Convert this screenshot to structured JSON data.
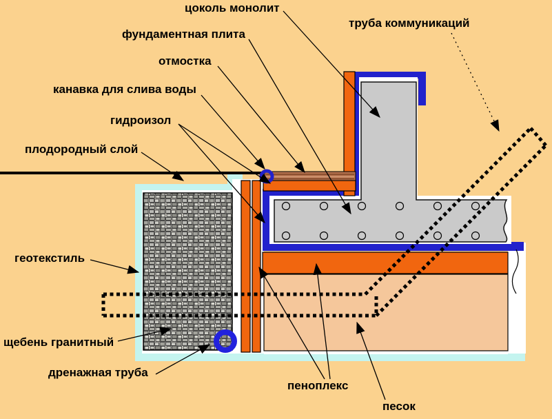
{
  "diagram": {
    "type": "construction-cross-section",
    "labels": {
      "cokol_monolit": "цоколь монолит",
      "fundamentnaya_plita": "фундаментная плита",
      "otmostka": "отмостка",
      "kanavka": "канавка для слива воды",
      "gidroizol": "гидроизол",
      "plodorodny_sloy": "плодородный слой",
      "geotextil": "геотекстиль",
      "shcheben_granitny": "щебень гранитный",
      "drenazhnaya_truba": "дренажная труба",
      "penoplex": "пеноплекс",
      "pesok": "песок",
      "truba_kommunikacij": "труба коммуникаций"
    },
    "colors": {
      "background": "#FBD28E",
      "concrete_gray": "#CACACA",
      "waterproofing_blue": "#2222CC",
      "insulation_orange": "#F1660F",
      "geotextile_cyan": "#C4F4EF",
      "sand": "#F5C79B",
      "hydroisol_brown": "#B4714E",
      "line_black": "#000000"
    }
  }
}
